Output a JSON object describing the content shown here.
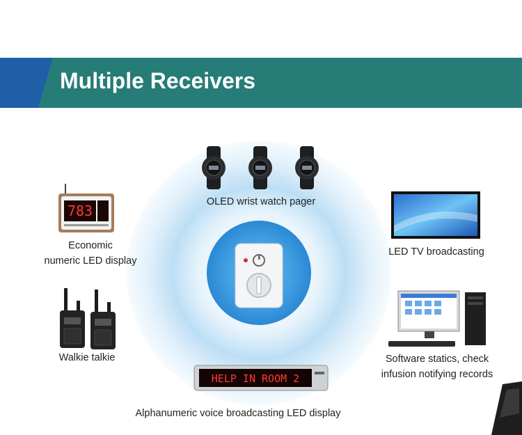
{
  "header": {
    "title": "Multiple Receivers"
  },
  "receivers": {
    "watch": "OLED wrist watch pager",
    "numeric_line1": "Economic",
    "numeric_line2": "numeric LED display",
    "tv": "LED TV broadcasting",
    "walkie": "Walkie talkie",
    "software_line1": "Software statics, check",
    "software_line2": "infusion notifying records",
    "alphanumeric": "Alphanumeric voice broadcasting LED display"
  },
  "device_text": {
    "numeric_display": "783",
    "led_message": "HELP IN ROOM 2"
  },
  "colors": {
    "banner": "#267c77",
    "banner_accent": "#1f5fa8",
    "led_red": "#ff3b30"
  }
}
